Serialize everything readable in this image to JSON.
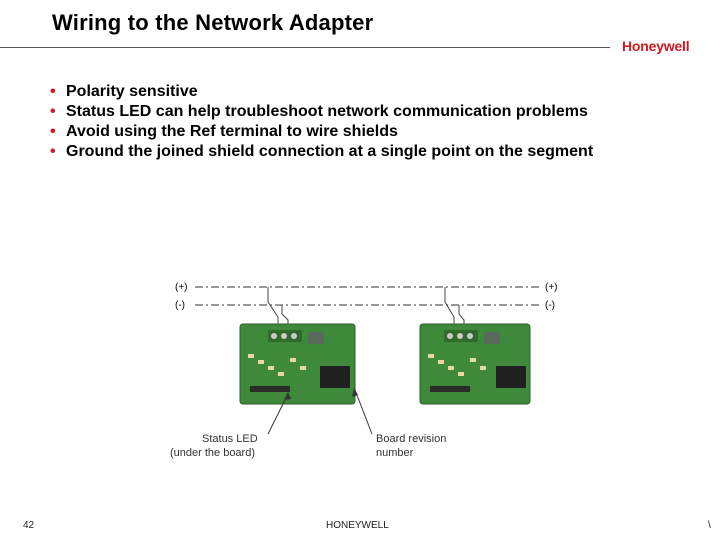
{
  "slide": {
    "title": "Wiring to the Network Adapter",
    "logo": "Honeywell",
    "bullets": [
      "Polarity sensitive",
      "Status LED can help troubleshoot network communication problems",
      "Avoid using the Ref terminal to wire shields",
      "Ground the joined shield connection at a single point on the segment"
    ],
    "bullet_glyph": "•"
  },
  "figure": {
    "plus_left": "(+)",
    "minus_left": "(-)",
    "plus_right": "(+)",
    "minus_right": "(-)",
    "status_led_line1": "Status LED",
    "status_led_line2": "(under the board)",
    "board_revision_line1": "Board revision",
    "board_revision_line2": "number"
  },
  "footer": {
    "page_number": "42",
    "company": "HONEYWELL",
    "mark": "\\"
  },
  "colors": {
    "accent": "#d01a22",
    "board_green": "#3f8a3a",
    "terminal_green": "#2f6b2a"
  }
}
